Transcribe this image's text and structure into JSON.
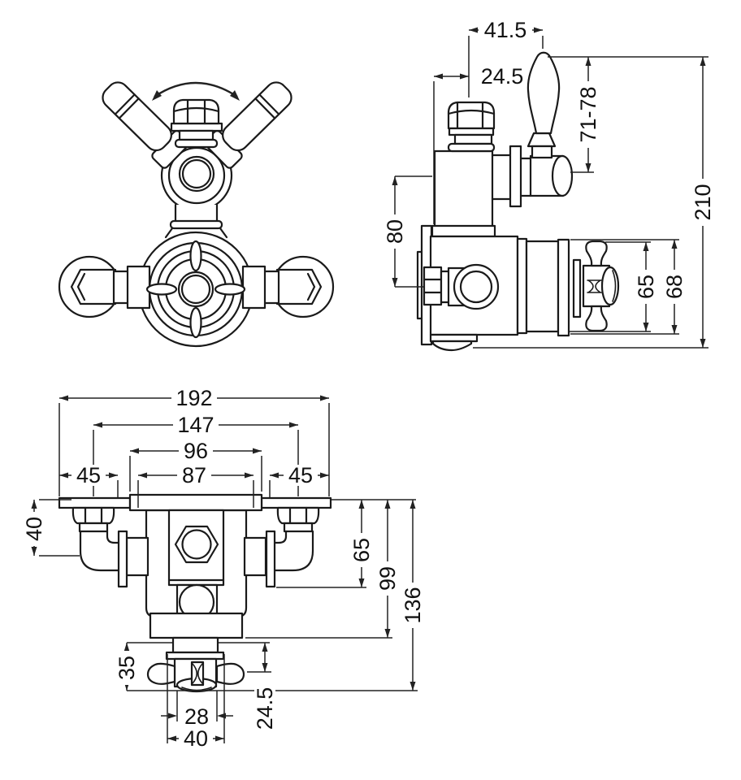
{
  "drawing": {
    "background": "#ffffff",
    "line_color": "#1a1a1a",
    "views": [
      "front",
      "side",
      "bottom"
    ],
    "side_view": {
      "dims": {
        "handle_offset": "41.5",
        "wall_to_centre": "24.5",
        "lever_height": "71-78",
        "overall_height": "210",
        "outlet_to_inlet": "80",
        "cartridge_height": "65",
        "flange_height": "68"
      }
    },
    "bottom_view": {
      "dims": {
        "overall_width": "192",
        "inlet_centres": "147",
        "plate_width": "96",
        "body_width": "87",
        "left_offset": "45",
        "right_offset": "45",
        "inlet_drop": "40",
        "depth_mid": "65",
        "depth_body": "99",
        "depth_overall": "136",
        "handle_height": "35",
        "handle_centre_offset": "24.5",
        "hub_width": "28",
        "flange_width": "40"
      }
    }
  }
}
